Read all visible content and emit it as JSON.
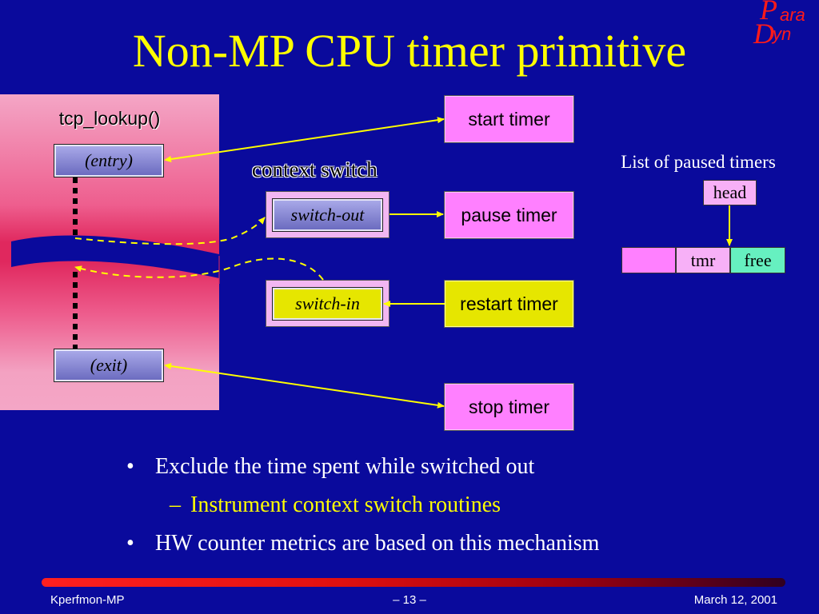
{
  "logo": {
    "line1": "ara",
    "line2": "yn"
  },
  "title": "Non-MP CPU timer primitive",
  "function_label": "tcp_lookup()",
  "entry_label": "(entry)",
  "exit_label": "(exit)",
  "context_switch_label": "context switch",
  "switch_out_label": "switch-out",
  "switch_in_label": "switch-in",
  "timers": {
    "start": "start timer",
    "pause": "pause timer",
    "restart": "restart timer",
    "stop": "stop timer"
  },
  "paused_list": {
    "title": "List of paused timers",
    "head": "head",
    "cells": [
      "",
      "tmr",
      "free"
    ]
  },
  "bullets": [
    "Exclude the time spent while switched out",
    "Instrument context switch routines",
    "HW counter metrics are based on this mechanism"
  ],
  "bullet_markers": [
    "•",
    "–",
    "•"
  ],
  "footer": {
    "left": "Kperfmon-MP",
    "center": "– 13 –",
    "right": "March 12, 2001"
  },
  "colors": {
    "background": "#0a0a9c",
    "title": "#ffff00",
    "arrow": "#ffff00",
    "timer_box": "#ff80ff",
    "restart_box": "#e6e600",
    "free_cell": "#66f0c0"
  }
}
